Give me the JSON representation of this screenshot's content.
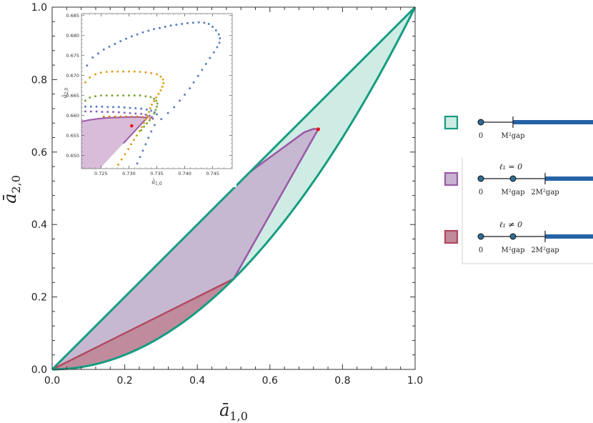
{
  "chart_data": {
    "type": "area",
    "xlabel": "ā",
    "xlabel_sub": "1,0",
    "ylabel": "ā",
    "ylabel_sub": "2,0",
    "xlim": [
      0,
      1
    ],
    "ylim": [
      0,
      1
    ],
    "xticks": [
      "0.0",
      "0.2",
      "0.4",
      "0.6",
      "0.8",
      "1.0"
    ],
    "yticks": [
      "0.0",
      "0.2",
      "0.4",
      "0.6",
      "0.8",
      "1.0"
    ],
    "regions": [
      {
        "id": "teal",
        "color": "#169c82",
        "fill": "#cfece4",
        "boundary_upper": [
          [
            0,
            0
          ],
          [
            1,
            1
          ]
        ],
        "boundary_lower_expr": "x^2",
        "polygon": [
          [
            0,
            0
          ],
          [
            0.1,
            0.01
          ],
          [
            0.2,
            0.04
          ],
          [
            0.3,
            0.09
          ],
          [
            0.4,
            0.16
          ],
          [
            0.5,
            0.25
          ],
          [
            0.6,
            0.36
          ],
          [
            0.7,
            0.49
          ],
          [
            0.8,
            0.64
          ],
          [
            0.9,
            0.81
          ],
          [
            1,
            1
          ]
        ]
      },
      {
        "id": "purple",
        "color": "#9b5ba8",
        "fill": "#c7b3cf",
        "polygon": [
          [
            0,
            0
          ],
          [
            0.545,
            0.545
          ],
          [
            0.695,
            0.655
          ],
          [
            0.72,
            0.664
          ],
          [
            0.733,
            0.663
          ],
          [
            0.5,
            0.25
          ]
        ]
      },
      {
        "id": "red",
        "color": "#b0485e",
        "fill": "#c08b9c",
        "polygon": [
          [
            0,
            0
          ],
          [
            0.5,
            0.25
          ],
          [
            0.4,
            0.16
          ],
          [
            0.3,
            0.09
          ],
          [
            0.2,
            0.04
          ],
          [
            0.1,
            0.01
          ]
        ]
      }
    ],
    "marker": {
      "x": 0.733,
      "y": 0.663,
      "color": "#e81414"
    },
    "inset": {
      "xlim": [
        0.7215,
        0.7485
      ],
      "ylim": [
        0.6467,
        0.6855
      ],
      "xticks": [
        "0.725",
        "0.730",
        "0.735",
        "0.740",
        "0.745"
      ],
      "yticks": [
        "0.650",
        "0.655",
        "0.660",
        "0.665",
        "0.670",
        "0.675",
        "0.680",
        "0.685"
      ],
      "xlabel": "ā",
      "xlabel_sub": "1,0",
      "ylabel": "ā",
      "ylabel_sub": "2,0",
      "series": [
        {
          "color": "#5b7fbf",
          "points": [
            [
              0.7225,
              0.6725
            ],
            [
              0.7235,
              0.6745
            ],
            [
              0.7245,
              0.6755
            ],
            [
              0.7255,
              0.6765
            ],
            [
              0.7265,
              0.6772
            ],
            [
              0.7275,
              0.6779
            ],
            [
              0.7285,
              0.6786
            ],
            [
              0.7295,
              0.6792
            ],
            [
              0.7305,
              0.6798
            ],
            [
              0.7315,
              0.6803
            ],
            [
              0.7325,
              0.6808
            ],
            [
              0.7335,
              0.6812
            ],
            [
              0.7345,
              0.6816
            ],
            [
              0.7355,
              0.6819
            ],
            [
              0.7365,
              0.6822
            ],
            [
              0.7375,
              0.6825
            ],
            [
              0.7385,
              0.6827
            ],
            [
              0.7395,
              0.6829
            ],
            [
              0.7405,
              0.6831
            ],
            [
              0.7415,
              0.6832
            ],
            [
              0.7425,
              0.6833
            ],
            [
              0.7435,
              0.6832
            ],
            [
              0.7443,
              0.6829
            ],
            [
              0.745,
              0.6822
            ],
            [
              0.7456,
              0.6813
            ],
            [
              0.7461,
              0.6803
            ],
            [
              0.7463,
              0.6793
            ],
            [
              0.7462,
              0.6782
            ],
            [
              0.7458,
              0.6771
            ],
            [
              0.7452,
              0.6758
            ],
            [
              0.7445,
              0.6744
            ],
            [
              0.7438,
              0.6729
            ],
            [
              0.7431,
              0.6714
            ],
            [
              0.7424,
              0.6699
            ],
            [
              0.7416,
              0.6683
            ],
            [
              0.7409,
              0.6668
            ],
            [
              0.74,
              0.6652
            ],
            [
              0.7391,
              0.6637
            ],
            [
              0.7381,
              0.6621
            ],
            [
              0.737,
              0.6606
            ],
            [
              0.7358,
              0.6591
            ],
            [
              0.7346,
              0.6576
            ],
            [
              0.734,
              0.656
            ],
            [
              0.7335,
              0.6544
            ],
            [
              0.733,
              0.6528
            ],
            [
              0.7325,
              0.6512
            ],
            [
              0.732,
              0.6496
            ],
            [
              0.7315,
              0.648
            ],
            [
              0.7222,
              0.6622
            ],
            [
              0.7232,
              0.6622
            ],
            [
              0.7242,
              0.6622
            ],
            [
              0.7252,
              0.6622
            ],
            [
              0.7262,
              0.6621
            ],
            [
              0.7272,
              0.6621
            ],
            [
              0.7282,
              0.6621
            ],
            [
              0.7292,
              0.662
            ],
            [
              0.7302,
              0.6619
            ],
            [
              0.7312,
              0.6618
            ],
            [
              0.7322,
              0.6617
            ],
            [
              0.7332,
              0.6615
            ],
            [
              0.734,
              0.6612
            ],
            [
              0.7346,
              0.6608
            ],
            [
              0.735,
              0.6603
            ]
          ]
        },
        {
          "color": "#e0a020",
          "points": [
            [
              0.7222,
              0.6683
            ],
            [
              0.723,
              0.6695
            ],
            [
              0.724,
              0.6703
            ],
            [
              0.725,
              0.6707
            ],
            [
              0.726,
              0.6709
            ],
            [
              0.727,
              0.671
            ],
            [
              0.728,
              0.671
            ],
            [
              0.729,
              0.671
            ],
            [
              0.73,
              0.671
            ],
            [
              0.731,
              0.671
            ],
            [
              0.732,
              0.6709
            ],
            [
              0.733,
              0.6708
            ],
            [
              0.734,
              0.6706
            ],
            [
              0.735,
              0.6703
            ],
            [
              0.7357,
              0.6697
            ],
            [
              0.7361,
              0.669
            ],
            [
              0.7362,
              0.6681
            ],
            [
              0.736,
              0.6672
            ],
            [
              0.7357,
              0.6663
            ],
            [
              0.7353,
              0.6654
            ],
            [
              0.7349,
              0.6645
            ],
            [
              0.7345,
              0.6636
            ],
            [
              0.7341,
              0.6627
            ],
            [
              0.7338,
              0.6618
            ],
            [
              0.7336,
              0.6609
            ],
            [
              0.7333,
              0.66
            ],
            [
              0.733,
              0.659
            ],
            [
              0.7327,
              0.6581
            ],
            [
              0.7323,
              0.6571
            ],
            [
              0.7319,
              0.6561
            ],
            [
              0.7314,
              0.655
            ],
            [
              0.7309,
              0.6539
            ],
            [
              0.7304,
              0.6528
            ],
            [
              0.7299,
              0.6516
            ],
            [
              0.7293,
              0.6503
            ],
            [
              0.7287,
              0.649
            ],
            [
              0.7281,
              0.6477
            ]
          ]
        },
        {
          "color": "#7fa63a",
          "points": [
            [
              0.7222,
              0.6637
            ],
            [
              0.723,
              0.6645
            ],
            [
              0.724,
              0.6648
            ],
            [
              0.725,
              0.665
            ],
            [
              0.726,
              0.665
            ],
            [
              0.727,
              0.665
            ],
            [
              0.728,
              0.665
            ],
            [
              0.729,
              0.665
            ],
            [
              0.73,
              0.665
            ],
            [
              0.731,
              0.665
            ],
            [
              0.732,
              0.665
            ],
            [
              0.733,
              0.6648
            ],
            [
              0.7339,
              0.6646
            ],
            [
              0.7345,
              0.6642
            ],
            [
              0.7349,
              0.6637
            ],
            [
              0.7351,
              0.663
            ],
            [
              0.735,
              0.6622
            ],
            [
              0.7348,
              0.6614
            ],
            [
              0.7345,
              0.6605
            ],
            [
              0.7341,
              0.6596
            ],
            [
              0.7337,
              0.6588
            ],
            [
              0.7332,
              0.658
            ],
            [
              0.7327,
              0.6572
            ],
            [
              0.7322,
              0.6563
            ]
          ]
        },
        {
          "color": "#8a67b8",
          "points": [
            [
              0.7222,
              0.661
            ],
            [
              0.7232,
              0.661
            ],
            [
              0.7242,
              0.661
            ],
            [
              0.7252,
              0.6609
            ],
            [
              0.7262,
              0.6609
            ],
            [
              0.7272,
              0.6609
            ],
            [
              0.7282,
              0.6608
            ],
            [
              0.7292,
              0.6607
            ],
            [
              0.7302,
              0.6606
            ],
            [
              0.7312,
              0.6605
            ],
            [
              0.7322,
              0.6604
            ],
            [
              0.733,
              0.6602
            ],
            [
              0.7337,
              0.6599
            ],
            [
              0.7341,
              0.6596
            ],
            [
              0.7343,
              0.6592
            ]
          ]
        },
        {
          "color": "#d07a2a",
          "points": [
            [
              0.7255,
              0.6597
            ],
            [
              0.7265,
              0.6597
            ],
            [
              0.7275,
              0.6597
            ],
            [
              0.7285,
              0.6597
            ],
            [
              0.7295,
              0.6597
            ],
            [
              0.7305,
              0.6597
            ],
            [
              0.7315,
              0.6597
            ],
            [
              0.7325,
              0.6596
            ],
            [
              0.7333,
              0.6595
            ],
            [
              0.7338,
              0.6593
            ]
          ]
        }
      ],
      "region": {
        "fill": "#d9bcd9",
        "stroke": "#9b5ba8",
        "polygon": [
          [
            0.7215,
            0.6585
          ],
          [
            0.723,
            0.6589
          ],
          [
            0.7245,
            0.6592
          ],
          [
            0.726,
            0.6594
          ],
          [
            0.728,
            0.6595
          ],
          [
            0.73,
            0.6596
          ],
          [
            0.732,
            0.6596
          ],
          [
            0.7333,
            0.6595
          ],
          [
            0.729,
            0.653
          ],
          [
            0.7248,
            0.6467
          ],
          [
            0.7215,
            0.6467
          ]
        ]
      },
      "marker": {
        "x": 0.7305,
        "y": 0.6574,
        "color": "#e81414"
      }
    }
  },
  "legend": {
    "items": [
      {
        "swatch_fill": "#cfece4",
        "swatch_stroke": "#169c82",
        "subtitle": "",
        "labels": [
          "0",
          "M²gap",
          ""
        ],
        "kind": "gap"
      },
      {
        "swatch_fill": "#c7b3cf",
        "swatch_stroke": "#9b5ba8",
        "subtitle": "ℓ₁ = 0",
        "labels": [
          "0",
          "M²gap",
          "2M²gap"
        ],
        "kind": "double"
      },
      {
        "swatch_fill": "#c08b9c",
        "swatch_stroke": "#b0485e",
        "subtitle": "ℓ₁ ≠ 0",
        "labels": [
          "0",
          "M²gap",
          "2M²gap"
        ],
        "kind": "double"
      }
    ],
    "colors": {
      "line": "#1a1a1a",
      "thick": "#2563a6",
      "dot": "#2f6c94"
    }
  }
}
